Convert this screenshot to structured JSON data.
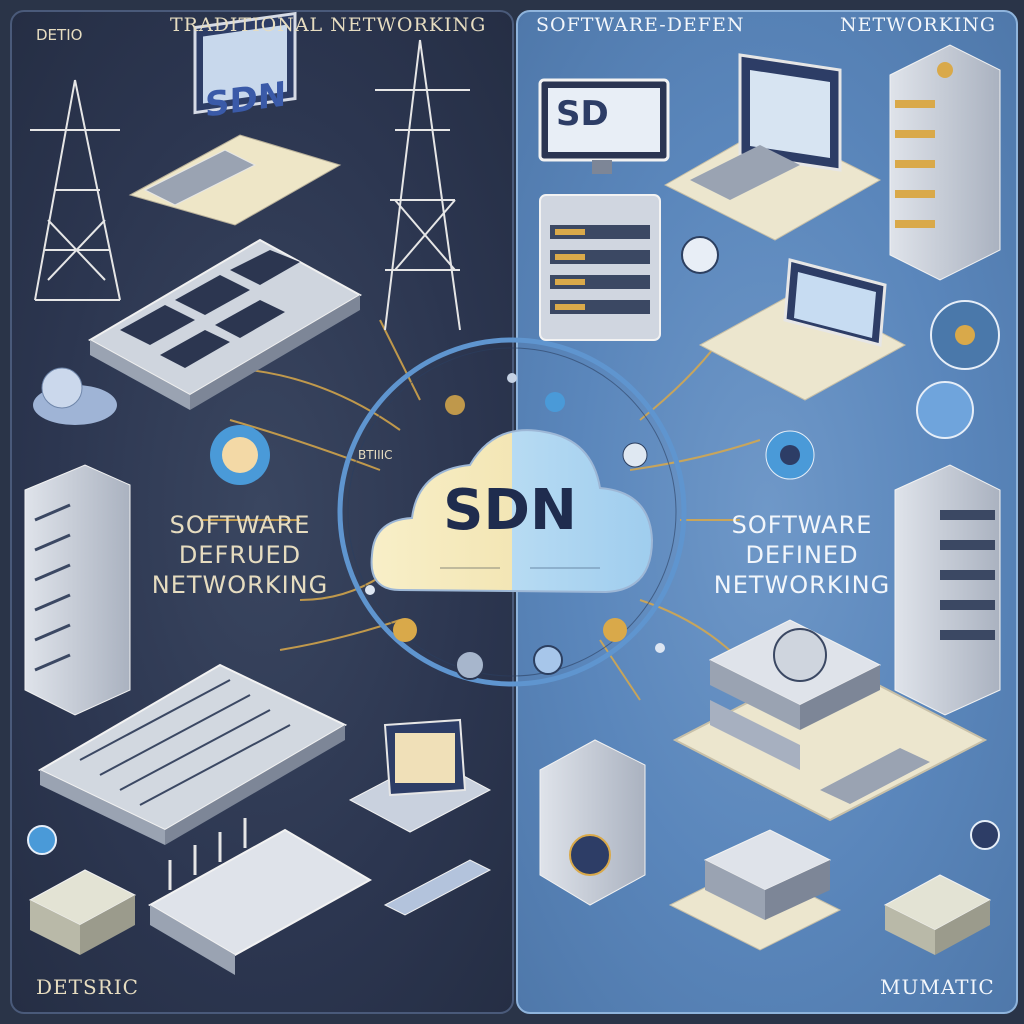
{
  "left_panel": {
    "title": "TRADITIONAL NETWORKING",
    "corner_top_label": "DETIO",
    "center_line1": "SOFTWARE",
    "center_line2": "DEFRUED",
    "center_line3": "NETWORKING",
    "corner_bottom_label": "DETSRIC",
    "monitor_label": "SDN"
  },
  "right_panel": {
    "title_part1": "SOFTWARE-DEFEN",
    "title_part2": "NETWORKING",
    "center_line1": "SOFTWARE",
    "center_line2": "DEFINED",
    "center_line3": "NETWORKING",
    "corner_bottom_label": "MUMATIC",
    "monitor_label": "SD"
  },
  "hub": {
    "cloud_label": "SDN",
    "side_label": "BTIIIC"
  },
  "colors": {
    "left_bg": "#2c3650",
    "right_bg": "#5a86bb",
    "accent_gold": "#d9a94a",
    "accent_blue": "#4a9ad8",
    "ring": "#5f95cf",
    "cloud_left": "#f7edc4",
    "cloud_right": "#b9dcf3"
  }
}
